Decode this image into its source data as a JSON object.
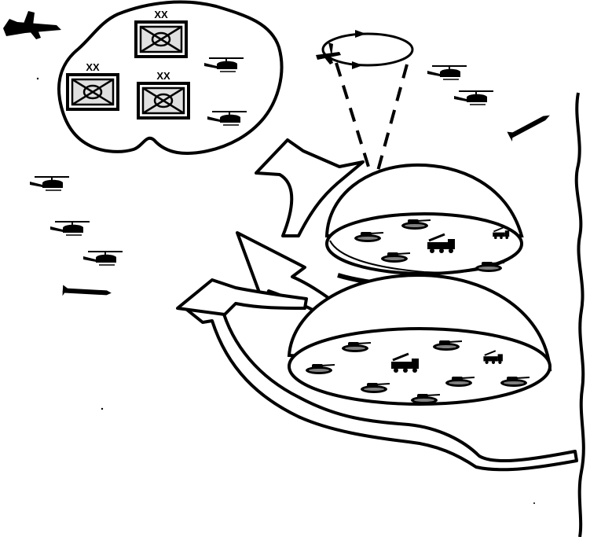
{
  "diagram": {
    "division_symbol_label": "XX",
    "division_count": 3,
    "colors": {
      "ink": "#000000",
      "paper": "#ffffff",
      "unit_fill": "#e0e0e0"
    },
    "icons": [
      "fighter-jet-icon",
      "division-unit-icon",
      "helicopter-icon",
      "awacs-aircraft-icon",
      "cruise-missile-icon",
      "tank-icon",
      "missile-launcher-truck-icon",
      "air-defense-dome-icon",
      "maneuver-arrow-icon",
      "orbit-arrow-icon",
      "coastline"
    ]
  }
}
